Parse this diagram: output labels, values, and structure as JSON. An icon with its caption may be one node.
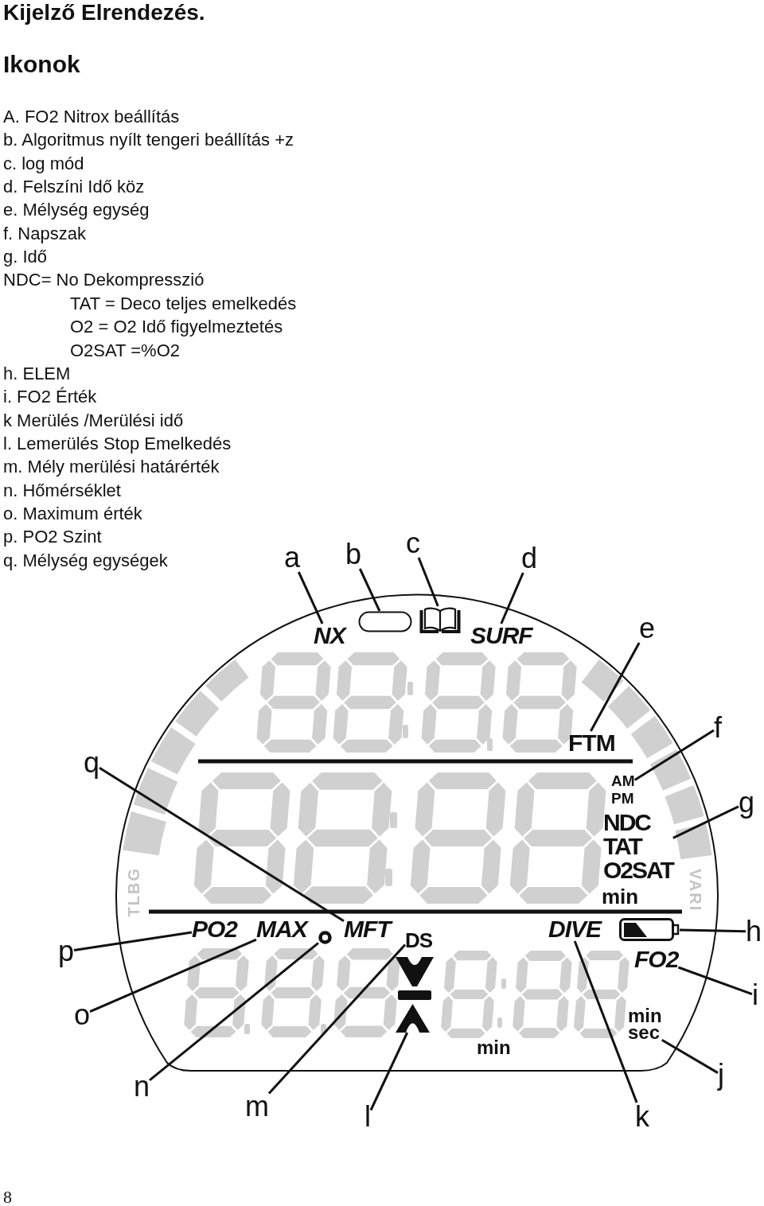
{
  "diagram": {
    "title": "Kijelző Elrendezés.",
    "nodes": [
      {
        "text": [
          "a"
        ]
      },
      {
        "text": [
          "NX"
        ]
      },
      {
        "text": [
          "b"
        ]
      },
      {
        "text": [],
        "shape": "box"
      },
      {
        "text": [
          "c"
        ]
      },
      {
        "text": [],
        "shape": "picture"
      },
      {
        "text": [
          "d"
        ]
      },
      {
        "text": [
          "SURF"
        ]
      },
      {
        "text": [
          "e"
        ]
      },
      {
        "text": [
          "FTM"
        ]
      },
      {
        "text": [
          "f"
        ]
      },
      {
        "text": [
          "AM",
          "PM"
        ]
      },
      {
        "text": [
          "g"
        ]
      },
      {
        "text": [
          "NDC",
          "TAT",
          "O2SAT"
        ]
      },
      {
        "text": [
          "h"
        ]
      },
      {
        "text": [],
        "shape": "picture"
      },
      {
        "text": [
          "i"
        ]
      },
      {
        "text": [
          "FO2"
        ]
      },
      {
        "text": [
          "j"
        ]
      },
      {
        "text": [
          "min",
          "sec"
        ]
      },
      {
        "text": [
          "k"
        ]
      },
      {
        "text": [
          "DIVE"
        ]
      },
      {
        "text": [
          "l"
        ]
      },
      {
        "text": [],
        "shape": "chevron"
      },
      {
        "text": [
          "m"
        ]
      },
      {
        "text": [
          "DS"
        ]
      },
      {
        "text": [
          "n"
        ]
      },
      {
        "text": [],
        "shape": "circle"
      },
      {
        "text": [
          "o"
        ]
      },
      {
        "text": [
          "MAX"
        ]
      },
      {
        "text": [
          "p"
        ]
      },
      {
        "text": [
          "PO2"
        ]
      },
      {
        "text": [
          "q"
        ]
      },
      {
        "text": [
          "MFT"
        ]
      }
    ],
    "edges": [
      {
        "from": 0,
        "to": 1,
        "arrow": "none"
      },
      {
        "from": 2,
        "to": 3,
        "arrow": "none"
      },
      {
        "from": 4,
        "to": 5,
        "arrow": "none"
      },
      {
        "from": 6,
        "to": 7,
        "arrow": "none"
      },
      {
        "from": 8,
        "to": 9,
        "arrow": "none"
      },
      {
        "from": 10,
        "to": 11,
        "arrow": "none"
      },
      {
        "from": 12,
        "to": 13,
        "arrow": "none"
      },
      {
        "from": 14,
        "to": 15,
        "arrow": "none"
      },
      {
        "from": 16,
        "to": 17,
        "arrow": "none"
      },
      {
        "from": 18,
        "to": 19,
        "arrow": "none"
      },
      {
        "from": 20,
        "to": 21,
        "arrow": "none"
      },
      {
        "from": 22,
        "to": 23,
        "arrow": "none"
      },
      {
        "from": 24,
        "to": 25,
        "arrow": "none"
      },
      {
        "from": 26,
        "to": 27,
        "arrow": "none"
      },
      {
        "from": 28,
        "to": 29,
        "arrow": "none"
      },
      {
        "from": 30,
        "to": 31,
        "arrow": "none"
      },
      {
        "from": 32,
        "to": 33,
        "arrow": "none"
      }
    ],
    "labels": [
      "Ikonok",
      "A. FO2 Nitrox beállítás",
      "b. Algoritmus nyílt tengeri beállítás +z",
      "c. log mód",
      "d. Felszíni Idő köz",
      "e. Mélység egység",
      "f. Napszak",
      "g. Idő",
      "NDC= No Dekompresszió",
      "TAT = Deco teljes emelkedés",
      "O2 = O2 Idő figyelmeztetés",
      "O2SAT =%O2",
      "h. ELEM",
      "i. FO2 Érték",
      "k Merülés /Merülési idő",
      "l. Lemerülés Stop Emelkedés",
      "m. Mély merülési határérték",
      "n. Hőmérséklet",
      "o. Maximum érték",
      "p. PO2 Szint",
      "q. Mélység egységek",
      "TLBG",
      "min",
      "VARI",
      "min",
      "8"
    ]
  }
}
